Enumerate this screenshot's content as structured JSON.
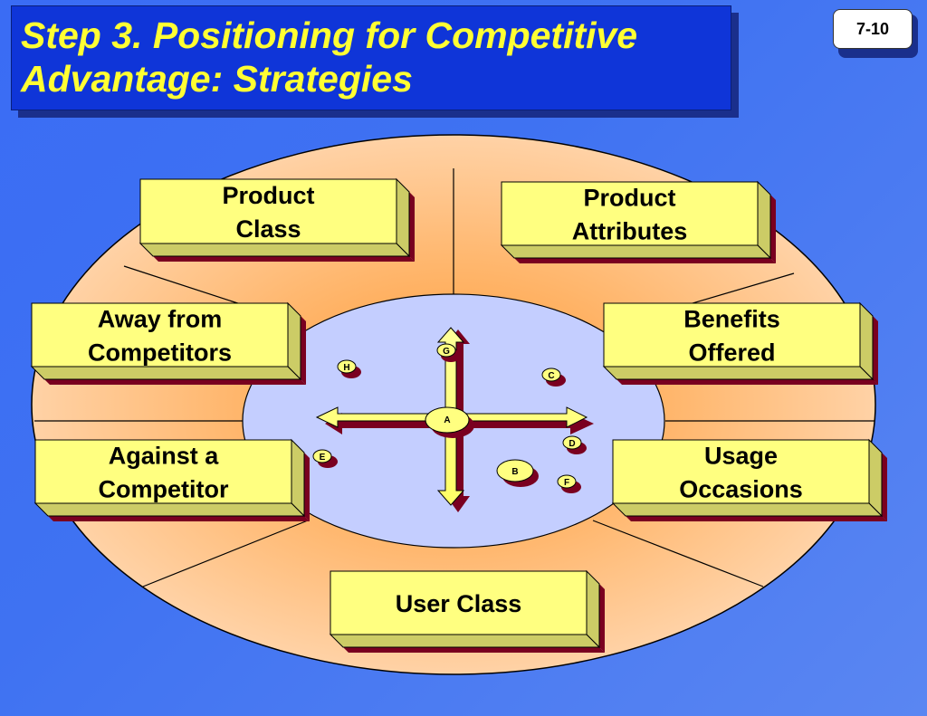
{
  "slide": {
    "title_line1": "Step 3. Positioning for Competitive",
    "title_line2": "Advantage: Strategies",
    "page_number": "7-10"
  },
  "strategies": {
    "product_class": [
      "Product",
      "Class"
    ],
    "product_attributes": [
      "Product",
      "Attributes"
    ],
    "away_from_competitors": [
      "Away from",
      "Competitors"
    ],
    "benefits_offered": [
      "Benefits",
      "Offered"
    ],
    "against_a_competitor": [
      "Against a",
      "Competitor"
    ],
    "usage_occasions": [
      "Usage",
      "Occasions"
    ],
    "user_class": [
      "User Class"
    ]
  },
  "positions": {
    "a": "A",
    "b": "B",
    "c": "C",
    "d": "D",
    "e": "E",
    "f": "F",
    "g": "G",
    "h": "H"
  },
  "colors": {
    "background": "#3f72f2",
    "title_bg": "#0f35d8",
    "title_text": "#ffff33",
    "ellipse_outer": "#ffcc99",
    "ellipse_inner": "#c4ceff",
    "box_face": "#ffff80",
    "box_side": "#cccc66",
    "box_shadow": "#7a0020",
    "dot_fill": "#ffff80",
    "dot_shadow": "#7a0020"
  }
}
